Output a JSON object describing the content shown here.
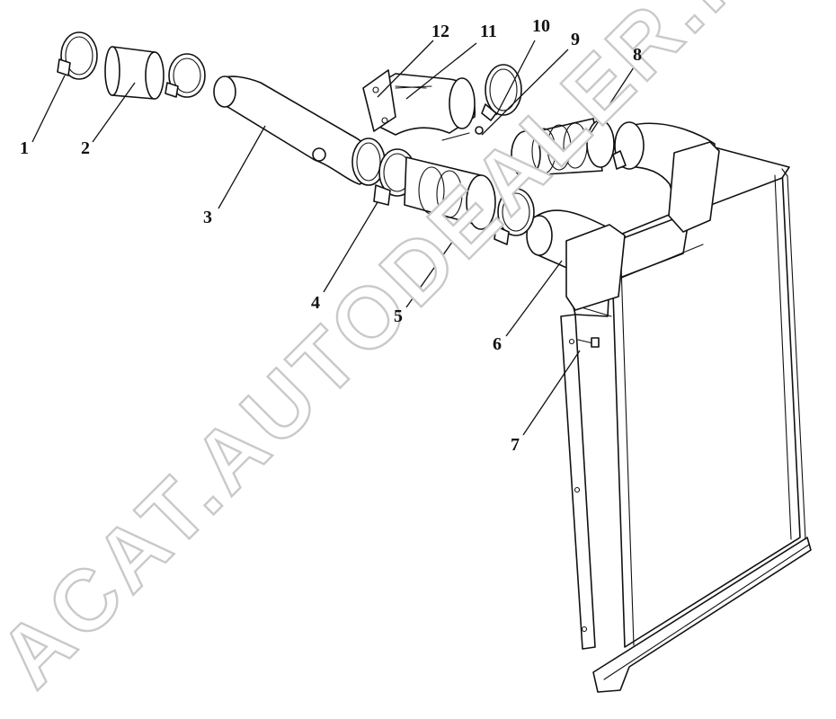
{
  "callouts": [
    "1",
    "2",
    "3",
    "4",
    "5",
    "6",
    "7",
    "8",
    "9",
    "10",
    "11",
    "12"
  ],
  "watermark": "ACAT.AUTODEALER.RU",
  "colors": {
    "line": "#111111",
    "paper": "#ffffff",
    "watermark": "#c9c9c9"
  }
}
